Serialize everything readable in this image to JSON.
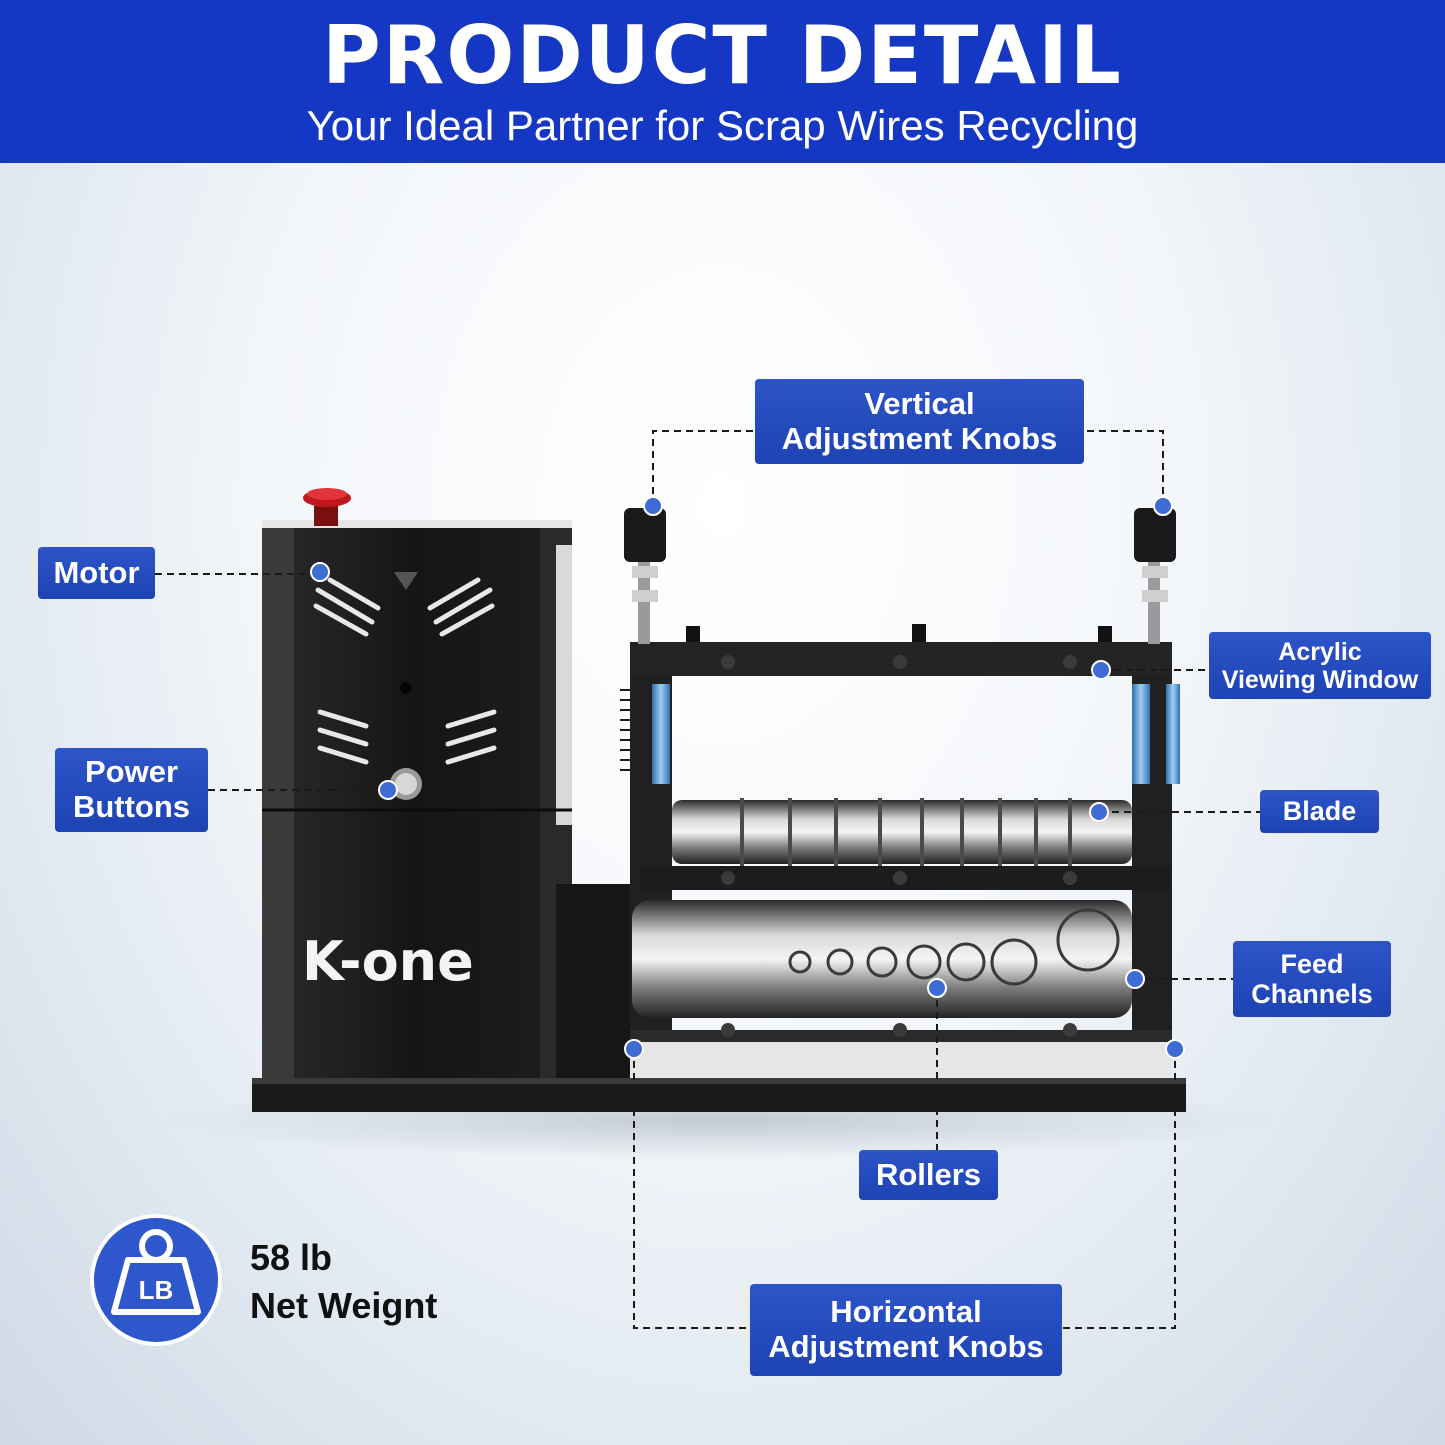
{
  "header": {
    "title": "PRODUCT DETAIL",
    "subtitle": "Your Ideal Partner for Scrap Wires Recycling"
  },
  "product": {
    "brand_logo": "K-one"
  },
  "callouts": {
    "vertical_knobs": [
      "Vertical",
      "Adjustment Knobs"
    ],
    "motor": [
      "Motor"
    ],
    "acrylic_window": [
      "Acrylic",
      "Viewing Window"
    ],
    "power_buttons": [
      "Power",
      "Buttons"
    ],
    "blade": [
      "Blade"
    ],
    "feed_channels": [
      "Feed",
      "Channels"
    ],
    "rollers": [
      "Rollers"
    ],
    "horizontal_knobs": [
      "Horizontal",
      "Adjustment Knobs"
    ]
  },
  "weight": {
    "icon": "weight-lb-icon",
    "badge": "LB",
    "value": "58 lb",
    "label": "Net Weignt"
  },
  "colors": {
    "header_bg": "#1538c4",
    "label_bg": "#1d43b4",
    "dot": "#3f6bd6"
  }
}
